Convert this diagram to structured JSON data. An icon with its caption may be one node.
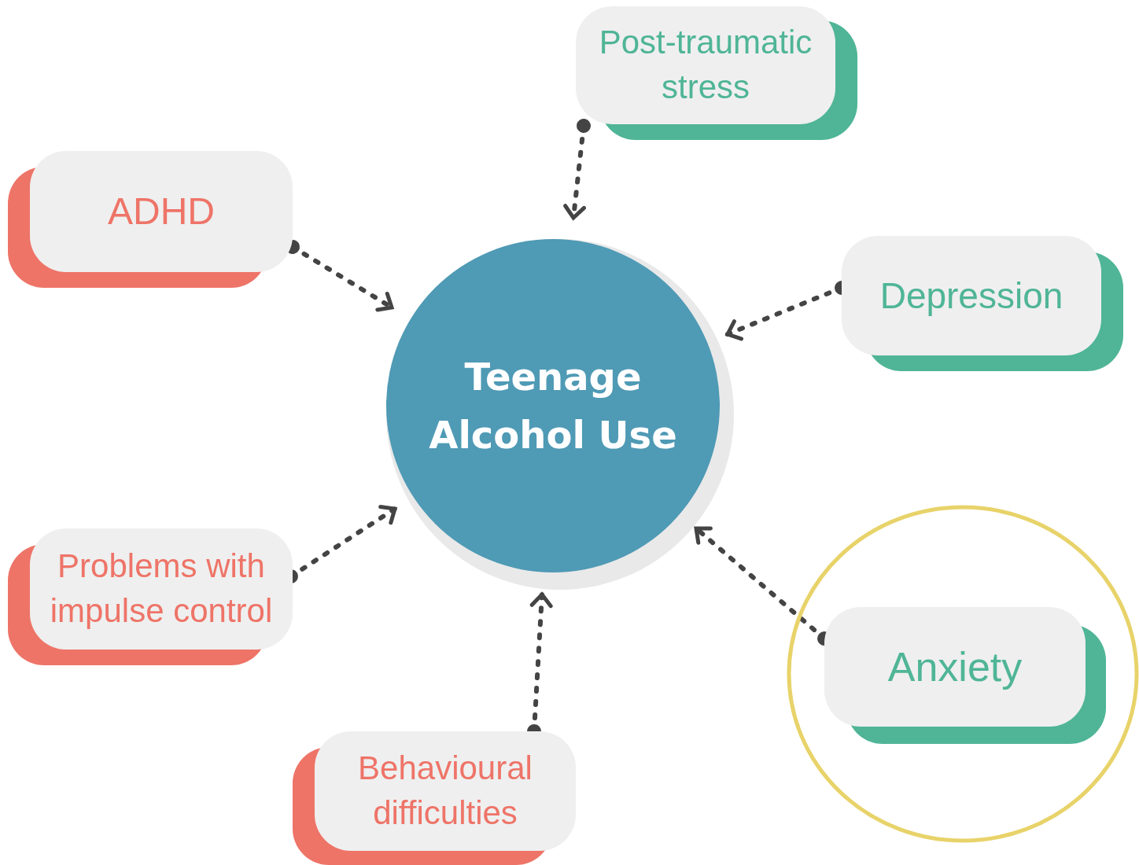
{
  "diagram": {
    "nodes": [
      {
        "text": [
          "Post-traumatic stress"
        ]
      },
      {
        "text": [
          "ADHD"
        ]
      },
      {
        "text": [
          "Teenage Alcohol Use"
        ]
      },
      {
        "text": [
          "Depression"
        ]
      },
      {
        "text": [
          "Problems with impulse control"
        ]
      },
      {
        "text": [],
        "shape": "circle"
      },
      {
        "text": [
          "Anxiety"
        ],
        "in": 5
      },
      {
        "text": [
          "Behavioural difficulties"
        ]
      }
    ],
    "edges": [
      {
        "from": 0,
        "to": 2,
        "arrow": "to",
        "style": "dashed"
      },
      {
        "from": 1,
        "to": 2,
        "arrow": "to",
        "style": "dashed"
      },
      {
        "from": 3,
        "to": 2,
        "arrow": "to",
        "style": "dashed"
      },
      {
        "from": 4,
        "to": 2,
        "arrow": "to",
        "style": "dashed"
      },
      {
        "from": 6,
        "to": 2,
        "arrow": "to",
        "style": "dashed"
      },
      {
        "from": 7,
        "to": 2,
        "arrow": "to",
        "style": "dashed"
      }
    ]
  }
}
